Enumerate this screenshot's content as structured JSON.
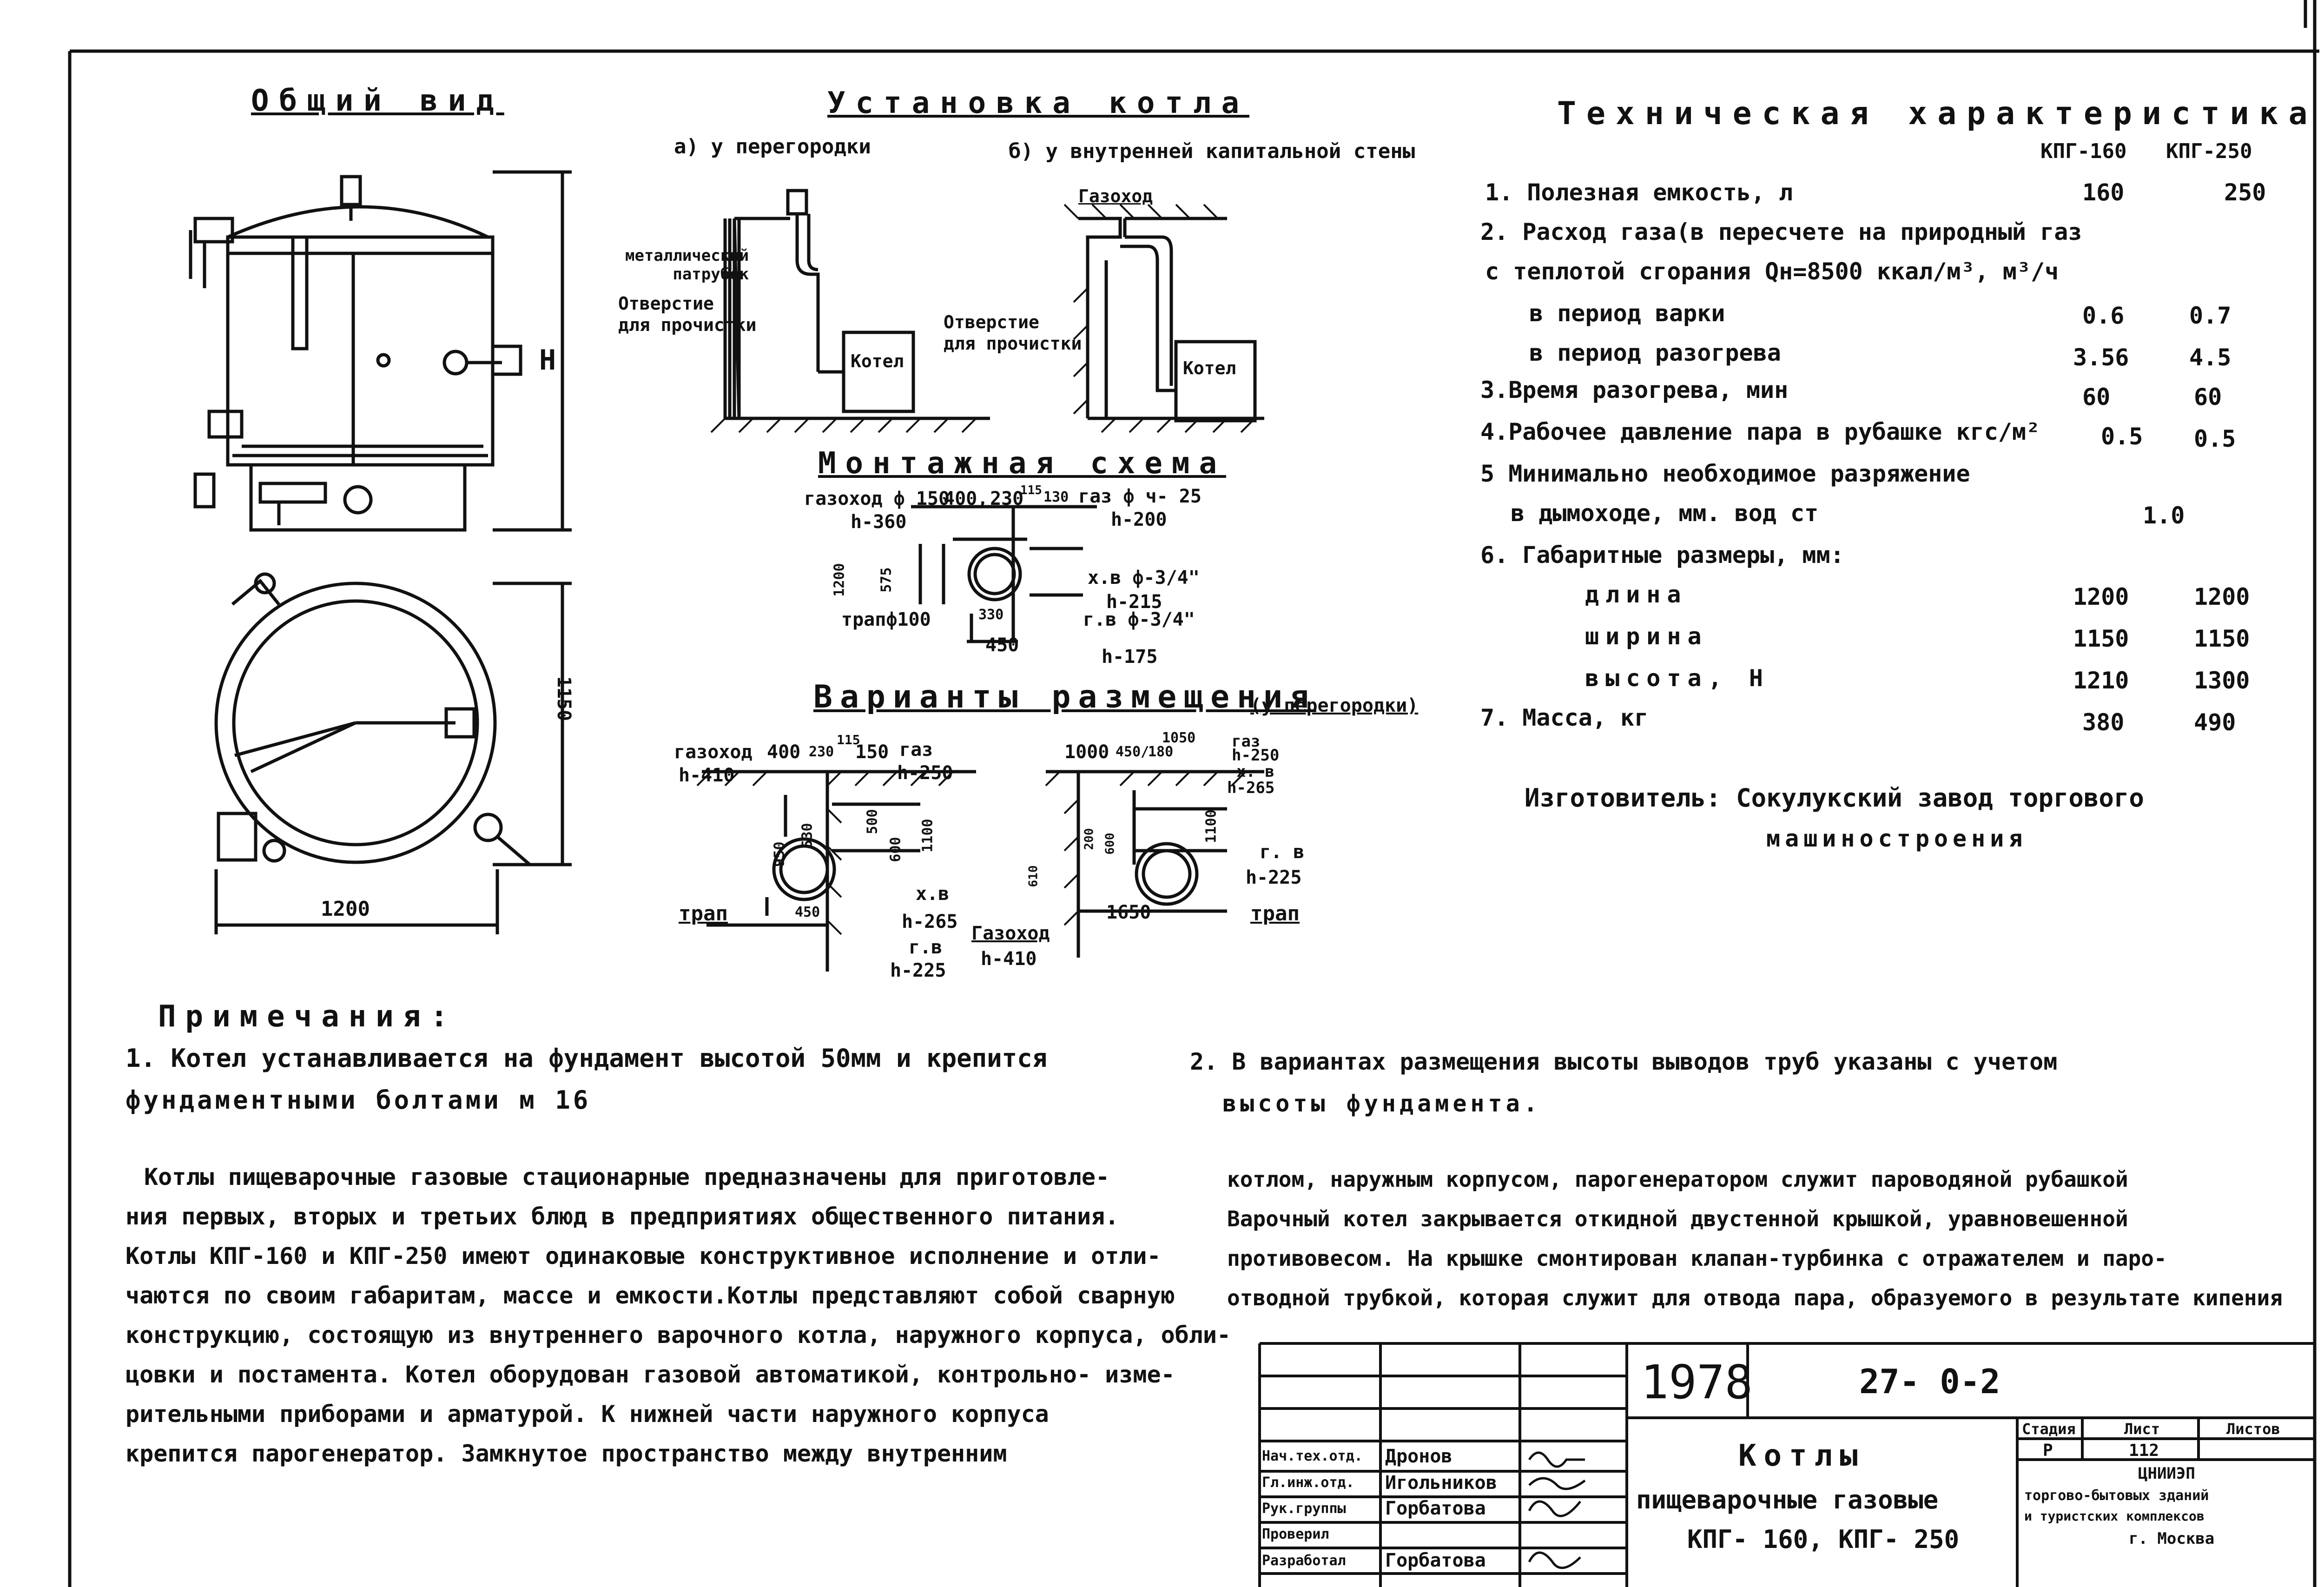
{
  "views": {
    "general_title": "Общий вид",
    "installation_title": "Установка котла",
    "install_a": "а) у перегородки",
    "install_b": "б) у внутренней капитальной стены",
    "dim_H": "H",
    "dim_1150": "1150",
    "dim_1200": "1200"
  },
  "installation_labels": {
    "metal_pipe": "металлический\nпатрубок",
    "opening_a": "Отверстие\nдля прочистки",
    "boiler_a": "Котел",
    "flue": "Газоход",
    "opening_b": "Отверстие\nдля прочистки",
    "boiler_b": "Котел"
  },
  "mounting": {
    "title": "Монтажная схема",
    "labels": {
      "flue": "газоход ф 150",
      "h360": "h-360",
      "d400": "400,",
      "d230": "230",
      "d115": "115",
      "d130": "130",
      "gas": "газ ф ч- 25",
      "h200": "h-200",
      "d1200": "1200",
      "d575": "575",
      "xv": "х.в ф-3/4\"",
      "h215": "h-215",
      "trap": "трапф100",
      "gv": "г.в ф-3/4\"",
      "d330": "330",
      "d450": "450",
      "h175": "h-175"
    }
  },
  "variants": {
    "title": "Варианты размещения",
    "note": "(у перегородки)",
    "left": {
      "flue": "газоход",
      "h410": "h-410",
      "d400": "400",
      "d230": "230",
      "d115": "115",
      "d150": "150",
      "gas": "газ",
      "h250": "h-250",
      "d950": "950",
      "d530": "530",
      "d500": "500",
      "d1100": "1100",
      "d600": "600",
      "d450": "450",
      "trap": "трап",
      "xv": "х.в",
      "h265": "h-265",
      "gv": "г.в",
      "h225": "h-225",
      "flue2": "Газоход",
      "h410b": "h-410"
    },
    "right": {
      "d1000": "1000",
      "d450": "450/",
      "d180": "180",
      "d1050": "1050",
      "gas": "газ",
      "h250": "h-250",
      "xv": "х. в",
      "h265": "h-265",
      "d1100": "1100",
      "gv": "г. в",
      "h225": "h-225",
      "d1650": "1650",
      "trap": "трап",
      "d200": "200",
      "d600": "600",
      "d610": "610"
    }
  },
  "tech": {
    "title": "Техническая характеристика",
    "col1": "КПГ-160",
    "col2": "КПГ-250",
    "rows": [
      {
        "label": "1. Полезная емкость, л",
        "v1": "160",
        "v2": "250"
      },
      {
        "label": "2. Расход газа(в пересчете на природный газ",
        "v1": "",
        "v2": ""
      },
      {
        "label": "с теплотой сгорания Qн=8500 ккал/м³, м³/ч",
        "v1": "",
        "v2": ""
      },
      {
        "label": "в период варки",
        "v1": "0.6",
        "v2": "0.7"
      },
      {
        "label": "в период разогрева",
        "v1": "3.56",
        "v2": "4.5"
      },
      {
        "label": "3.Время разогрева, мин",
        "v1": "60",
        "v2": "60"
      },
      {
        "label": "4.Рабочее давление пара в рубашке кгс/м²",
        "v1": "0.5",
        "v2": "0.5"
      },
      {
        "label": "5 Минимально необходимое разряжение",
        "v1": "",
        "v2": ""
      },
      {
        "label": "в дымоходе, мм. вод ст",
        "v1": "1.0",
        "v2": ""
      },
      {
        "label": "6. Габаритные размеры, мм:",
        "v1": "",
        "v2": ""
      },
      {
        "label": "длина",
        "v1": "1200",
        "v2": "1200"
      },
      {
        "label": "ширина",
        "v1": "1150",
        "v2": "1150"
      },
      {
        "label": "высота, Н",
        "v1": "1210",
        "v2": "1300"
      },
      {
        "label": "7. Масса, кг",
        "v1": "380",
        "v2": "490"
      }
    ],
    "maker_line1": "Изготовитель: Сокулукский завод торгового",
    "maker_line2": "машиностроения"
  },
  "notes": {
    "title": "Примечания:",
    "n1_line1": "1. Котел устанавливается на фундамент высотой 50мм и крепится",
    "n1_line2": "фундаментными болтами м 16",
    "n2_line1": "2. В вариантах размещения высоты выводов труб указаны с учетом",
    "n2_line2": "высоты фундамента."
  },
  "description": {
    "left": [
      "Котлы пищеварочные газовые стационарные предназначены для приготовле-",
      "ния первых, вторых и третьих блюд в предприятиях общественного питания.",
      "Котлы КПГ-160 и КПГ-250 имеют одинаковые конструктивное исполнение и отли-",
      "чаются по своим габаритам, массе и емкости.Котлы представляют собой сварную",
      "конструкцию, состоящую из внутреннего варочного котла, наружного корпуса, обли-",
      "цовки и постамента. Котел оборудован газовой автоматикой, контрольно- изме-",
      "рительными приборами и арматурой. К нижней части наружного корпуса",
      "крепится парогенератор. Замкнутое пространство между внутренним"
    ],
    "right": [
      "котлом, наружным корпусом, парогенератором служит пароводяной рубашкой",
      "Варочный котел закрывается откидной двустенной крышкой, уравновешенной",
      "противовесом. На крышке смонтирован клапан-турбинка с отражателем и паро-",
      "отводной трубкой, которая служит для отвода пара, образуемого в результате кипения"
    ]
  },
  "stamp": {
    "year": "1978",
    "code": "27- 0-2",
    "title_1": "Котлы",
    "title_2": "пищеварочные газовые",
    "title_3": "КПГ- 160, КПГ- 250",
    "stage_h": "Стадия",
    "sheet_h": "Лист",
    "sheets_h": "Листов",
    "stage": "Р",
    "sheet": "112",
    "org_1": "ЦНИИЭП",
    "org_2": "торгово-бытовых зданий",
    "org_3": "и туристских комплексов",
    "org_4": "г. Москва",
    "roles": [
      {
        "role": "Нач.тех.отд.",
        "name": "Дронов"
      },
      {
        "role": "Гл.инж.отд.",
        "name": "Игольников"
      },
      {
        "role": "Рук.группы",
        "name": "Горбатова"
      },
      {
        "role": "Проверил",
        "name": ""
      },
      {
        "role": "Разработал",
        "name": "Горбатова"
      }
    ]
  }
}
